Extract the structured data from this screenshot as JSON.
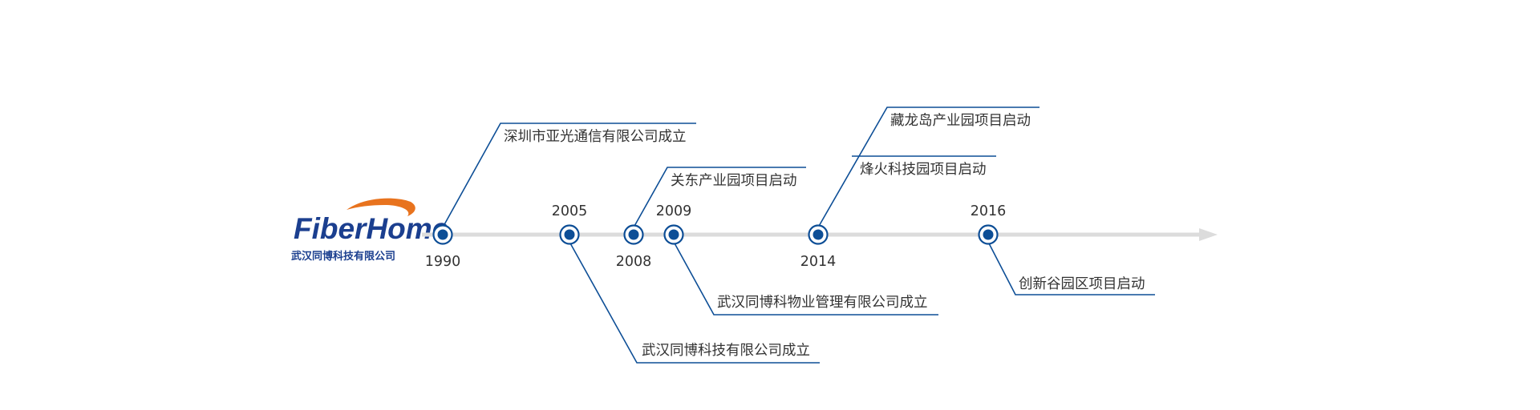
{
  "logo": {
    "brand": "FiberHome",
    "company_cn": "武汉同博科技有限公司"
  },
  "colors": {
    "brand_blue": "#1b3f8f",
    "accent_orange": "#e8731e",
    "node_blue": "#0d4e96",
    "axis_gray": "#dcdcdc",
    "text_dark": "#333333"
  },
  "timeline": {
    "nodes": [
      {
        "year": "1990"
      },
      {
        "year": "2005"
      },
      {
        "year": "2008"
      },
      {
        "year": "2009"
      },
      {
        "year": "2014"
      },
      {
        "year": "2016"
      }
    ],
    "events": [
      {
        "text": "深圳市亚光通信有限公司成立",
        "year": "1990"
      },
      {
        "text": "武汉同博科技有限公司成立",
        "year": "2005"
      },
      {
        "text": "关东产业园项目启动",
        "year": "2008"
      },
      {
        "text": "武汉同博科物业管理有限公司成立",
        "year": "2009"
      },
      {
        "text": "藏龙岛产业园项目启动",
        "year": "2014"
      },
      {
        "text": "烽火科技园项目启动",
        "year": "2014"
      },
      {
        "text": "创新谷园区项目启动",
        "year": "2016"
      }
    ]
  }
}
